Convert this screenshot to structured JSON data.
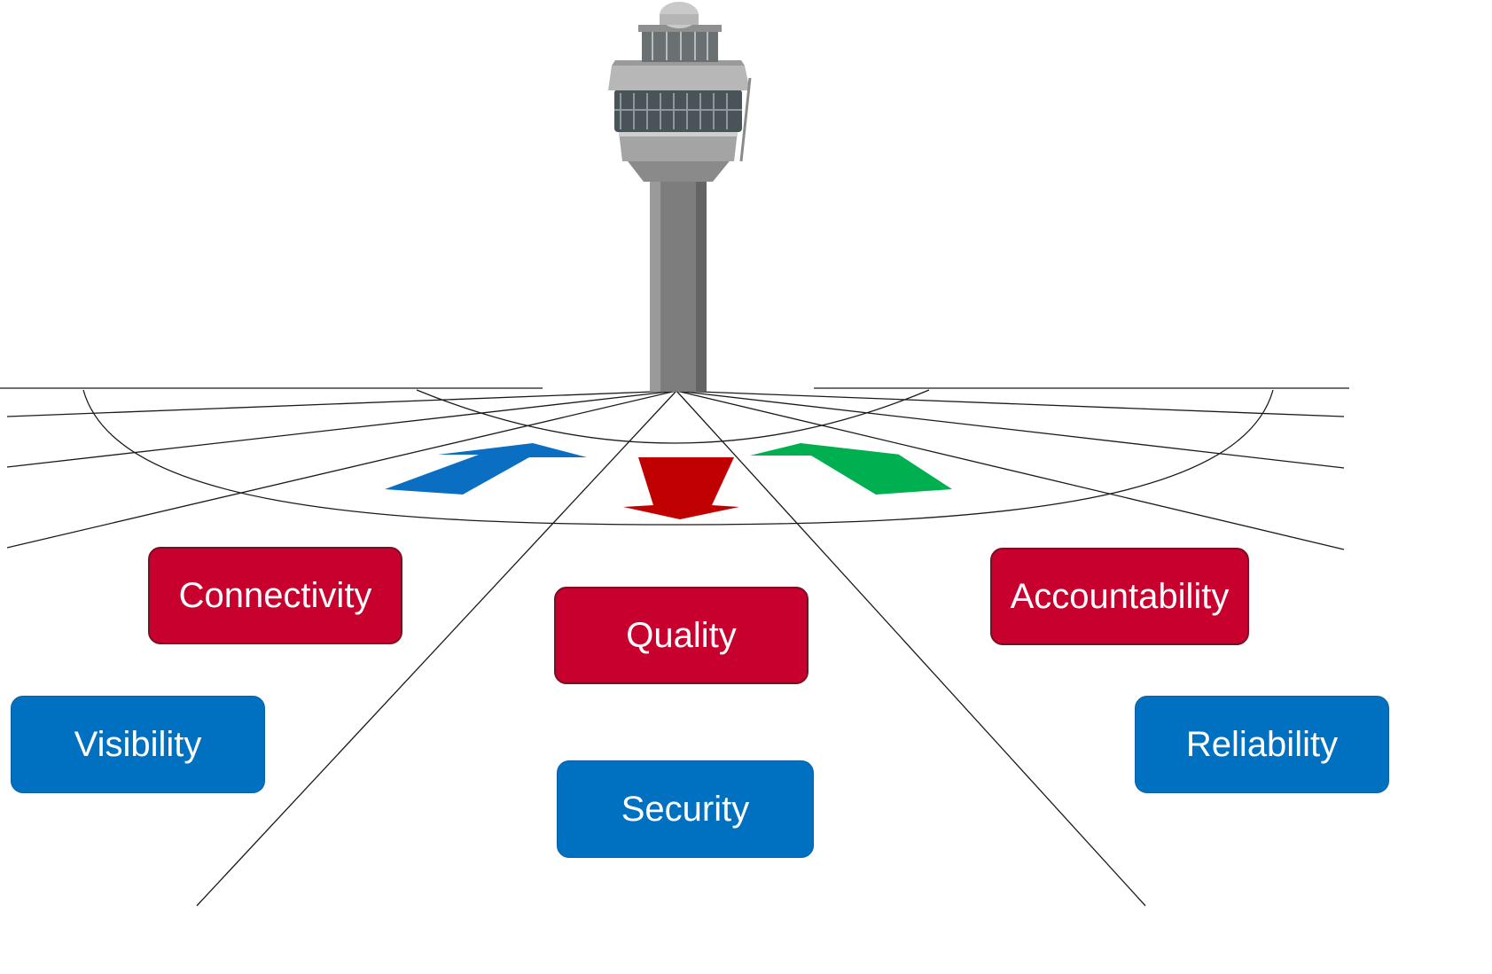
{
  "colors": {
    "red_box": "#c8002d",
    "blue_box": "#0071c1",
    "arrow_blue": "#0a6fc2",
    "arrow_red": "#c00000",
    "arrow_green": "#00b050",
    "line": "#1a1a1a",
    "tower": "#7d7d7d"
  },
  "icons": {
    "tower": "control-tower-icon",
    "arrow_left": "up-arrow-icon",
    "arrow_center": "down-arrow-icon",
    "arrow_right": "up-arrow-icon"
  },
  "diagram": {
    "top_row": [
      {
        "label": "Connectivity",
        "color": "red"
      },
      {
        "label": "Quality",
        "color": "red"
      },
      {
        "label": "Accountability",
        "color": "red"
      }
    ],
    "bottom_row": [
      {
        "label": "Visibility",
        "color": "blue"
      },
      {
        "label": "Security",
        "color": "blue"
      },
      {
        "label": "Reliability",
        "color": "blue"
      }
    ]
  }
}
